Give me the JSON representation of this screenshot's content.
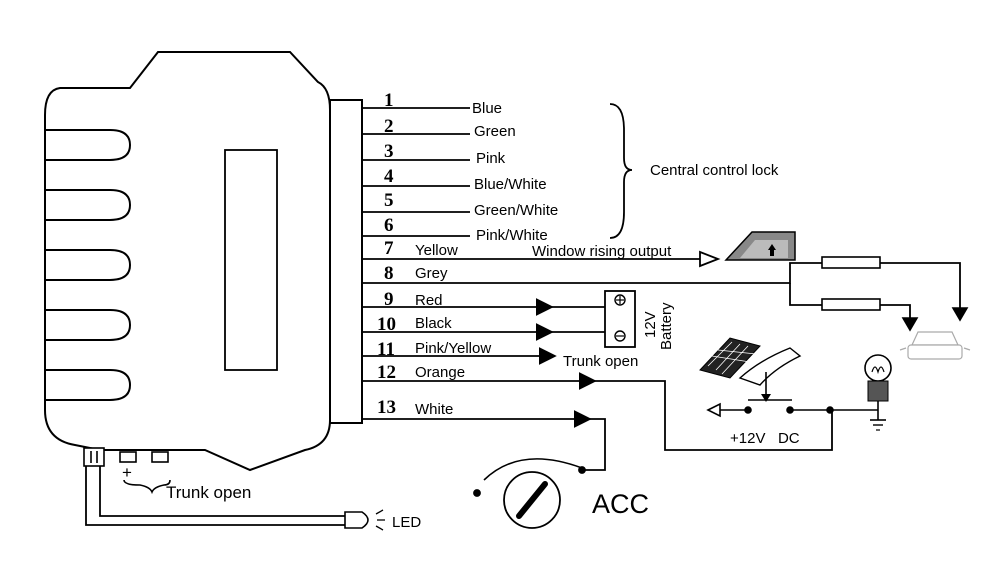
{
  "wires": [
    {
      "num": "1",
      "color": "Blue"
    },
    {
      "num": "2",
      "color": "Green"
    },
    {
      "num": "3",
      "color": "Pink"
    },
    {
      "num": "4",
      "color": "Blue/White"
    },
    {
      "num": "5",
      "color": "Green/White"
    },
    {
      "num": "6",
      "color": "Pink/White"
    },
    {
      "num": "7",
      "color": "Yellow"
    },
    {
      "num": "8",
      "color": "Grey"
    },
    {
      "num": "9",
      "color": "Red"
    },
    {
      "num": "10",
      "color": "Black"
    },
    {
      "num": "11",
      "color": "Pink/Yellow"
    },
    {
      "num": "12",
      "color": "Orange"
    },
    {
      "num": "13",
      "color": "White"
    }
  ],
  "labels": {
    "central_lock": "Central control lock",
    "window_output": "Window rising output",
    "battery_voltage": "12V",
    "battery": "Battery",
    "trunk_open_right": "Trunk open",
    "supply": "+12V   DC",
    "acc": "ACC",
    "trunk_open_left": "Trunk open",
    "plus": "+",
    "led": "LED"
  }
}
